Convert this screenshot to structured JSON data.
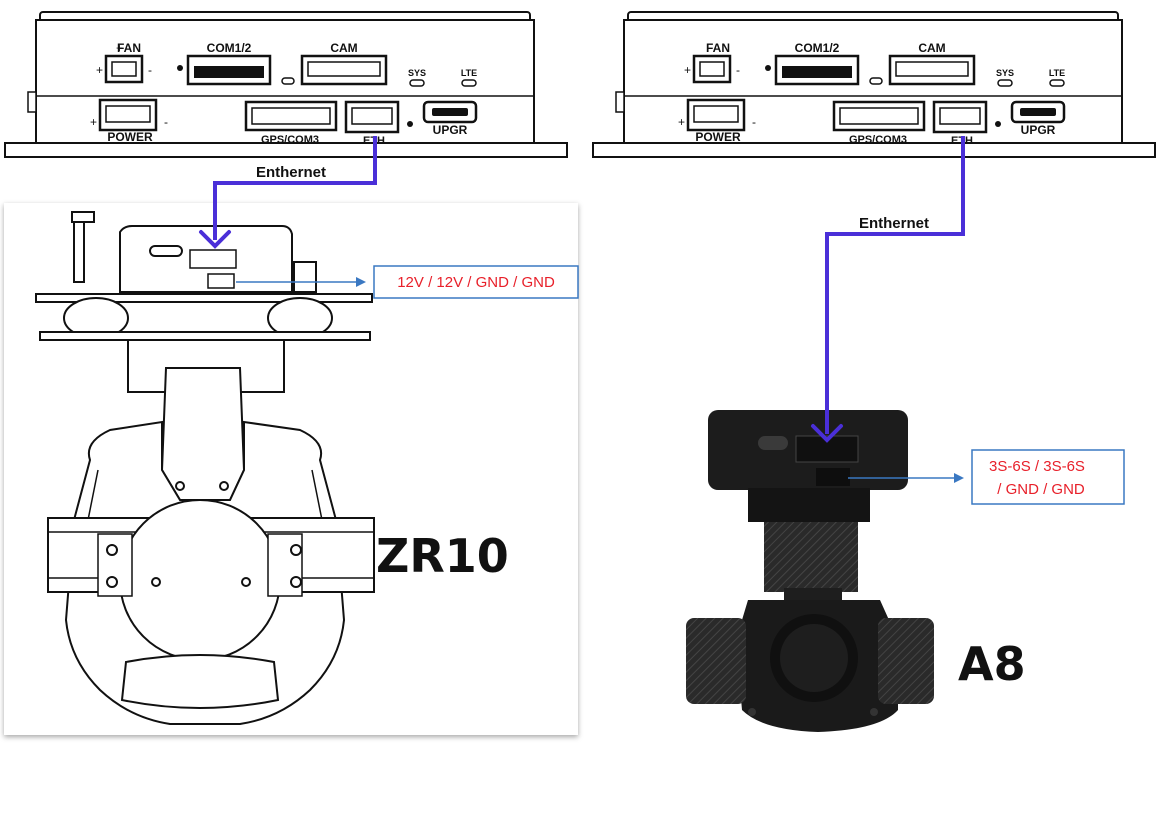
{
  "left": {
    "ports": {
      "fan": "FAN",
      "com12": "COM1/2",
      "cam": "CAM",
      "sys": "SYS",
      "lte": "LTE",
      "power": "POWER",
      "gps_com3": "GPS/COM3",
      "eth": "ETH",
      "upgr": "UPGR"
    },
    "cable_label": "Enthernet",
    "power_label": "12V / 12V / GND / GND",
    "model_label": "ZR10"
  },
  "right": {
    "ports": {
      "fan": "FAN",
      "com12": "COM1/2",
      "cam": "CAM",
      "sys": "SYS",
      "lte": "LTE",
      "power": "POWER",
      "gps_com3": "GPS/COM3",
      "eth": "ETH",
      "upgr": "UPGR"
    },
    "cable_label": "Enthernet",
    "power_label_line1": "3S-6S / 3S-6S",
    "power_label_line2": "/ GND / GND",
    "model_label": "A8"
  },
  "colors": {
    "cable": "#4a2fd8",
    "power_arrow": "#3a78c2",
    "power_text": "#e8202a"
  }
}
